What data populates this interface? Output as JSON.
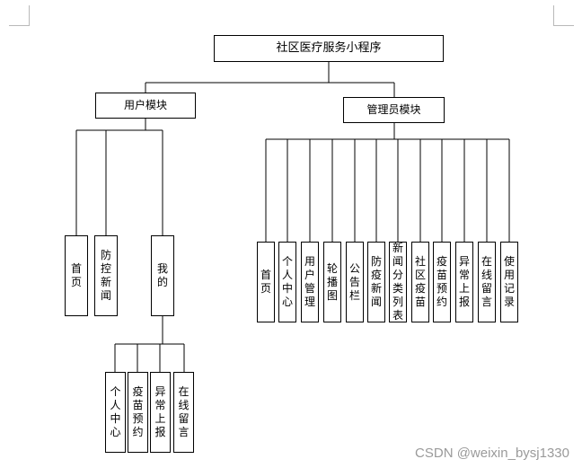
{
  "root": "社区医疗服务小程序",
  "user_module": {
    "title": "用户模块",
    "items": [
      "首页",
      "防控新闻",
      "我的"
    ],
    "my_items": [
      "个人中心",
      "疫苗预约",
      "异常上报",
      "在线留言"
    ]
  },
  "admin_module": {
    "title": "管理员模块",
    "items": [
      "首页",
      "个人中心",
      "用户管理",
      "轮播图",
      "公告栏",
      "防疫新闻",
      "新闻分类列表",
      "社区疫苗",
      "疫苗预约",
      "异常上报",
      "在线留言",
      "使用记录"
    ]
  },
  "watermark": "CSDN @weixin_bysj1330"
}
